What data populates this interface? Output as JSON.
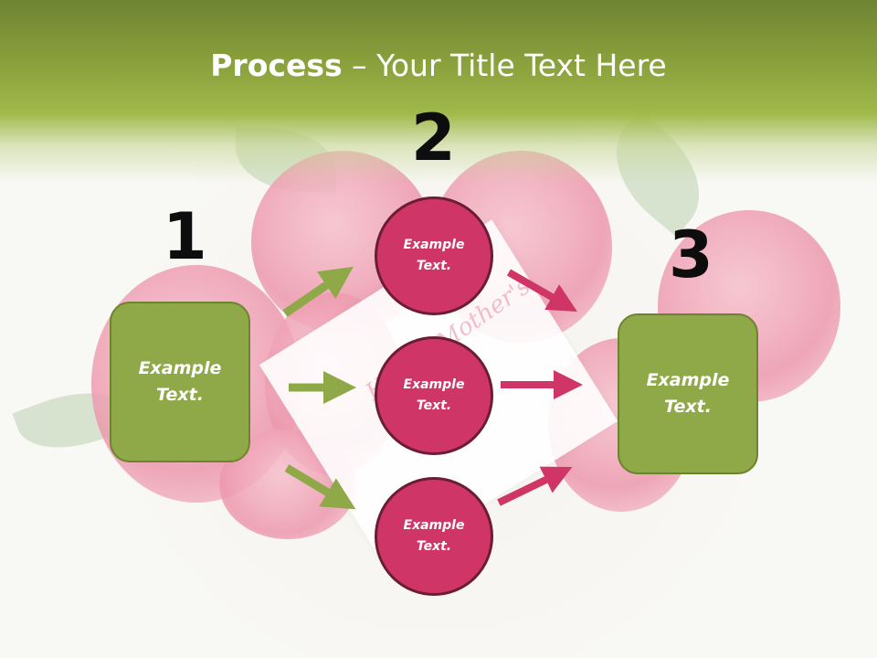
{
  "title": {
    "bold": "Process",
    "rest": " – Your Title Text Here"
  },
  "steps": {
    "one": "1",
    "two": "2",
    "three": "3"
  },
  "left_box": {
    "label": "Example\nText."
  },
  "right_box": {
    "label": "Example\nText."
  },
  "circles": [
    {
      "label": "Example\nText."
    },
    {
      "label": "Example\nText."
    },
    {
      "label": "Example\nText."
    }
  ],
  "background_card": {
    "text": "Happy Mother's Day"
  },
  "colors": {
    "green": "#8fa848",
    "magenta": "#cf3566",
    "title_band": "#8ea53f"
  }
}
